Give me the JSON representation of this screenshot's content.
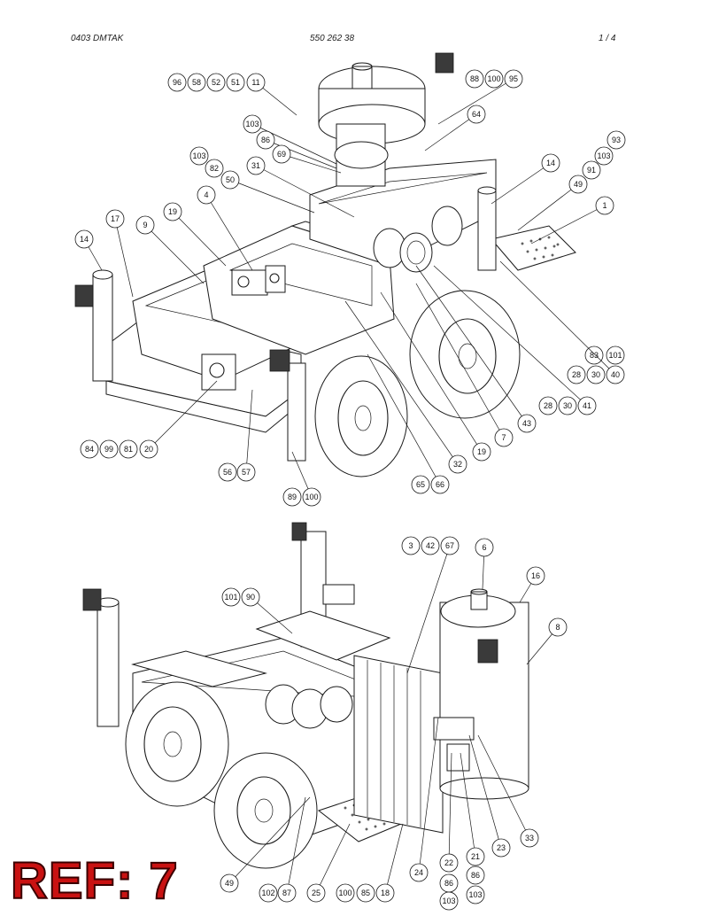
{
  "header": {
    "doc_code": "0403 DMTAK",
    "part_number": "550 262 38",
    "page": "1 /   4"
  },
  "reference_label": "REF: 7",
  "colors": {
    "ref_label": "#c91212",
    "line": "#1a1a1a"
  },
  "top_view": {
    "callouts": [
      "96",
      "58",
      "52",
      "51",
      "11",
      "88",
      "100",
      "95",
      "64",
      "103",
      "86",
      "69",
      "103",
      "82",
      "50",
      "31",
      "93",
      "103",
      "91",
      "14",
      "49",
      "1",
      "4",
      "19",
      "17",
      "9",
      "14",
      "83",
      "101",
      "28",
      "30",
      "40",
      "28",
      "30",
      "41",
      "43",
      "7",
      "19",
      "32",
      "65",
      "66",
      "84",
      "99",
      "81",
      "20",
      "56",
      "57",
      "89",
      "100"
    ]
  },
  "bottom_view": {
    "callouts": [
      "3",
      "42",
      "67",
      "6",
      "16",
      "101",
      "90",
      "8",
      "23",
      "33",
      "21",
      "86",
      "22",
      "86",
      "103",
      "24",
      "49",
      "102",
      "87",
      "25",
      "100",
      "85",
      "18",
      "103"
    ]
  }
}
